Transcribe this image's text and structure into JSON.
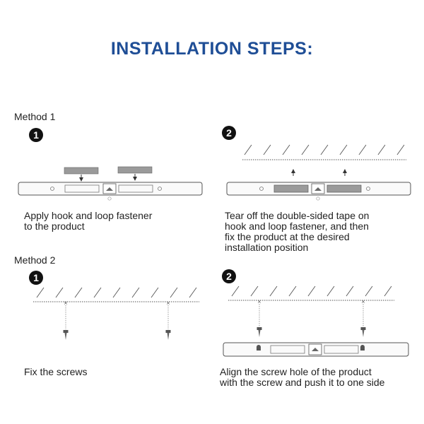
{
  "title": "INSTALLATION STEPS:",
  "methods": [
    {
      "label": "Method 1",
      "steps": [
        {
          "number": "1",
          "caption_lines": [
            "Apply hook and loop fastener",
            "to the product"
          ]
        },
        {
          "number": "2",
          "caption_lines": [
            "Tear off the double-sided tape on",
            "hook and loop fastener, and then",
            "fix the product at the desired",
            "installation position"
          ]
        }
      ]
    },
    {
      "label": "Method 2",
      "steps": [
        {
          "number": "1",
          "caption_lines": [
            "Fix the screws"
          ]
        },
        {
          "number": "2",
          "caption_lines": [
            "Align the screw hole of the product",
            "with the screw and push it to one side"
          ]
        }
      ]
    }
  ],
  "colors": {
    "title": "#1f4e96",
    "badge": "#111111",
    "line_art": "#555555",
    "tape": "#9a9a9a"
  }
}
